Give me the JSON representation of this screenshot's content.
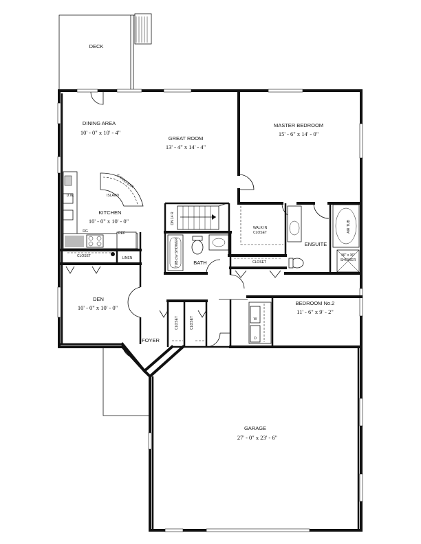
{
  "rooms": {
    "deck": {
      "name": "DECK"
    },
    "dining": {
      "name": "DINING AREA",
      "size": "10' - 0\" x 10' - 4\""
    },
    "great_room": {
      "name": "GREAT ROOM",
      "size": "13' - 4\" x 14' - 4\""
    },
    "master_bedroom": {
      "name": "MASTER BEDROOM",
      "size": "15' - 6\" x 14' - 0\""
    },
    "kitchen": {
      "name": "KITCHEN",
      "size": "10' - 0\" x 10' - 0\""
    },
    "den": {
      "name": "DEN",
      "size": "10' - 0\" x 10' - 0\""
    },
    "foyer": {
      "name": "FOYER"
    },
    "bedroom2": {
      "name": "BEDROOM No.2",
      "size": "11' - 6\" x 9' - 2\""
    },
    "garage": {
      "name": "GARAGE",
      "size": "27' - 0\" x 23' - 6\""
    },
    "ensuite": {
      "name": "ENSUITE"
    },
    "bath": {
      "name": "BATH"
    }
  },
  "fixtures": {
    "walk_in_closet_line1": "WALK IN",
    "walk_in_closet_line2": "CLOSET",
    "closet": "CLOSET",
    "linen": "LINEN",
    "island": "ISLAND",
    "eating_bar": "EATING BAR",
    "dw": "D.W.",
    "rg": "RG",
    "ref": "REF",
    "tub_shower": "TUB c/w SHOWER",
    "air_tub": "AIR TUB",
    "shower_line1": "36\" x 36\"",
    "shower_line2": "SHOWER",
    "stairs_dn": "DN 14 R",
    "washer": "W",
    "dryer": "D"
  }
}
